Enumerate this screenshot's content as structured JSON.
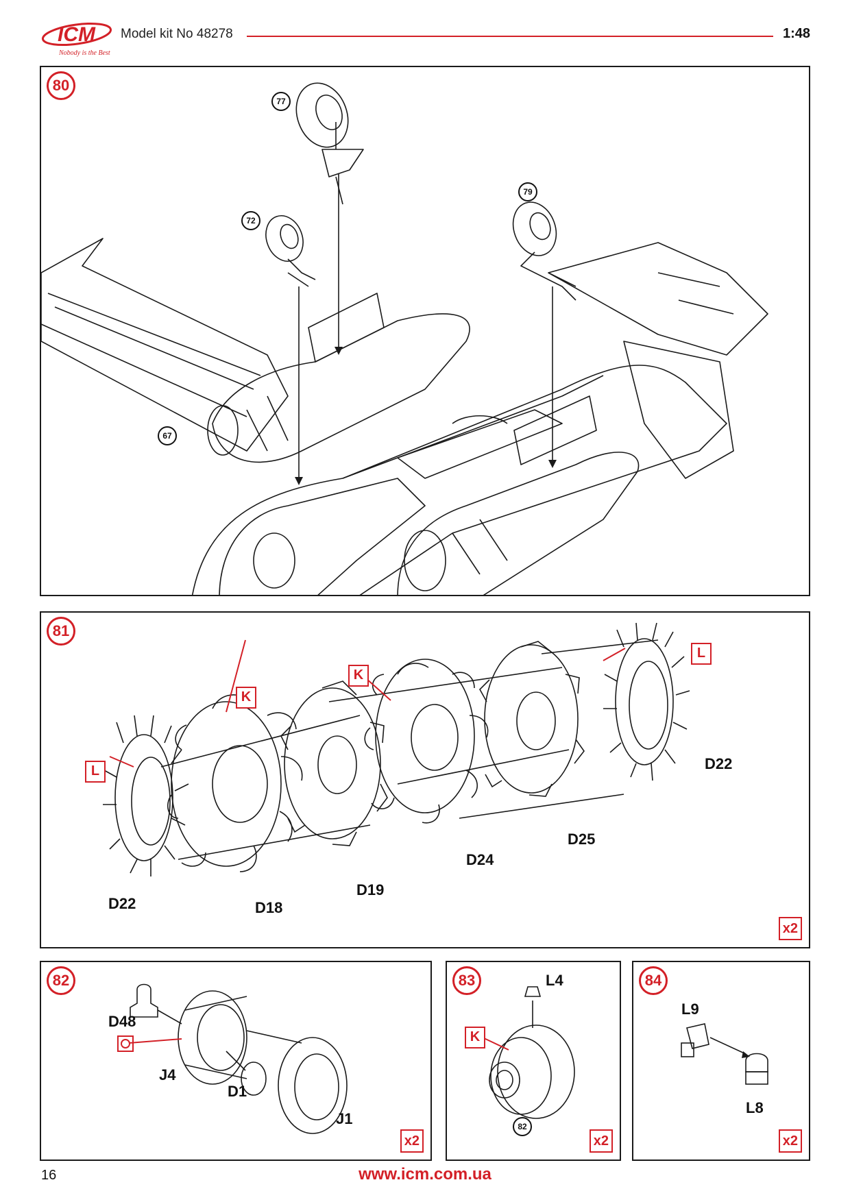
{
  "header": {
    "logo_text": "ICM",
    "logo_tagline": "Nobody is the Best",
    "title": "Model kit No 48278",
    "scale": "1:48"
  },
  "colors": {
    "accent": "#d32027",
    "ink": "#111111"
  },
  "steps": {
    "s80": {
      "number": "80",
      "refs": {
        "r77": "77",
        "r79": "79",
        "r72": "72",
        "r67": "67"
      }
    },
    "s81": {
      "number": "81",
      "materials": {
        "k_left": "K",
        "k_right": "K",
        "l_left": "L",
        "l_right": "L"
      },
      "parts": {
        "d22_left": "D22",
        "d18": "D18",
        "d19": "D19",
        "d24": "D24",
        "d25": "D25",
        "d22_right": "D22"
      },
      "multiplier": "x2"
    },
    "s82": {
      "number": "82",
      "parts": {
        "d48": "D48",
        "j4": "J4",
        "d1": "D1",
        "j1": "J1"
      },
      "multiplier": "x2"
    },
    "s83": {
      "number": "83",
      "parts": {
        "l4": "L4"
      },
      "materials": {
        "k": "K"
      },
      "ref": "82",
      "multiplier": "x2"
    },
    "s84": {
      "number": "84",
      "parts": {
        "l9": "L9",
        "l8": "L8"
      },
      "multiplier": "x2"
    }
  },
  "footer": {
    "page_number": "16",
    "url": "www.icm.com.ua"
  }
}
